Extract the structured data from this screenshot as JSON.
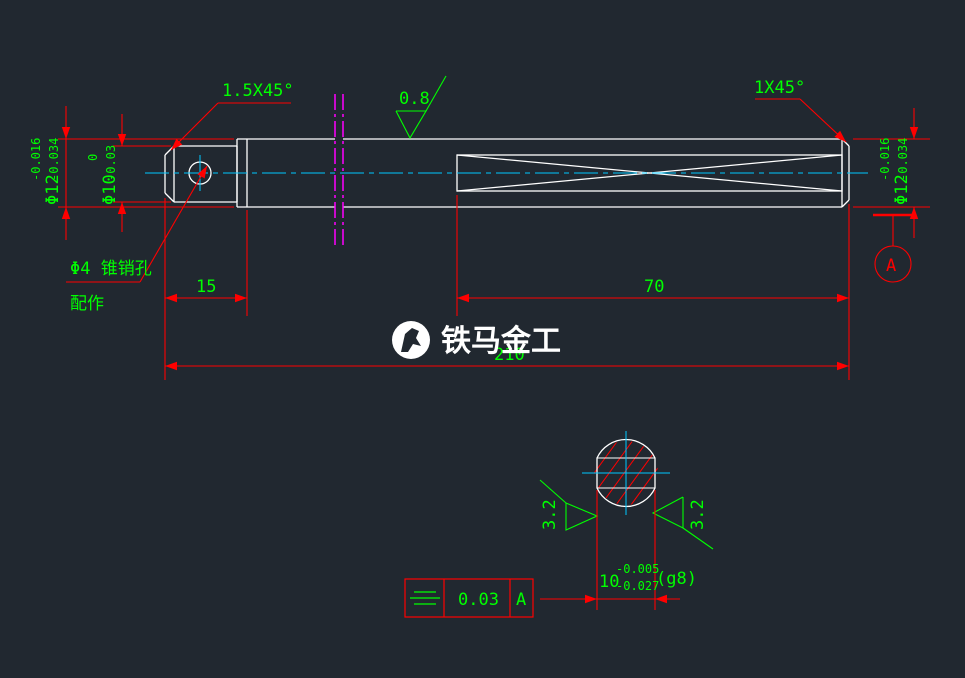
{
  "colors": {
    "background": "#212830",
    "part_outline": "#ffffff",
    "center_line": "#00c8ff",
    "dimension_line": "#ff0000",
    "dimension_text": "#00ff00",
    "break_line": "#ff00ff"
  },
  "annotations": {
    "chamfer_left": "1.5X45°",
    "chamfer_right": "1X45°",
    "roughness_top": "0.8",
    "dia_left_outer": "Φ12",
    "dia_left_outer_upper": "-0.016",
    "dia_left_outer_lower": "-0.034",
    "dia_left_inner": "Φ10",
    "dia_left_inner_upper": "0",
    "dia_left_inner_lower": "-0.03",
    "dia_right": "Φ12",
    "dia_right_upper": "-0.016",
    "dia_right_lower": "-0.034",
    "pin_hole_line1": "Φ4 锥销孔",
    "pin_hole_line2": "配作",
    "datum_label": "A",
    "dim_15": "15",
    "dim_70": "70",
    "dim_210": "210"
  },
  "section": {
    "roughness_left": "3.2",
    "roughness_right": "3.2",
    "width_base": "10",
    "width_upper": "-0.005",
    "width_lower": "-0.027",
    "fit_class": "(g8)"
  },
  "tolerance_frame": {
    "symbol_icon": "symmetry-icon",
    "value": "0.03",
    "datum": "A"
  },
  "watermark": {
    "text": "铁马金工",
    "icon": "horse-logo-icon"
  }
}
